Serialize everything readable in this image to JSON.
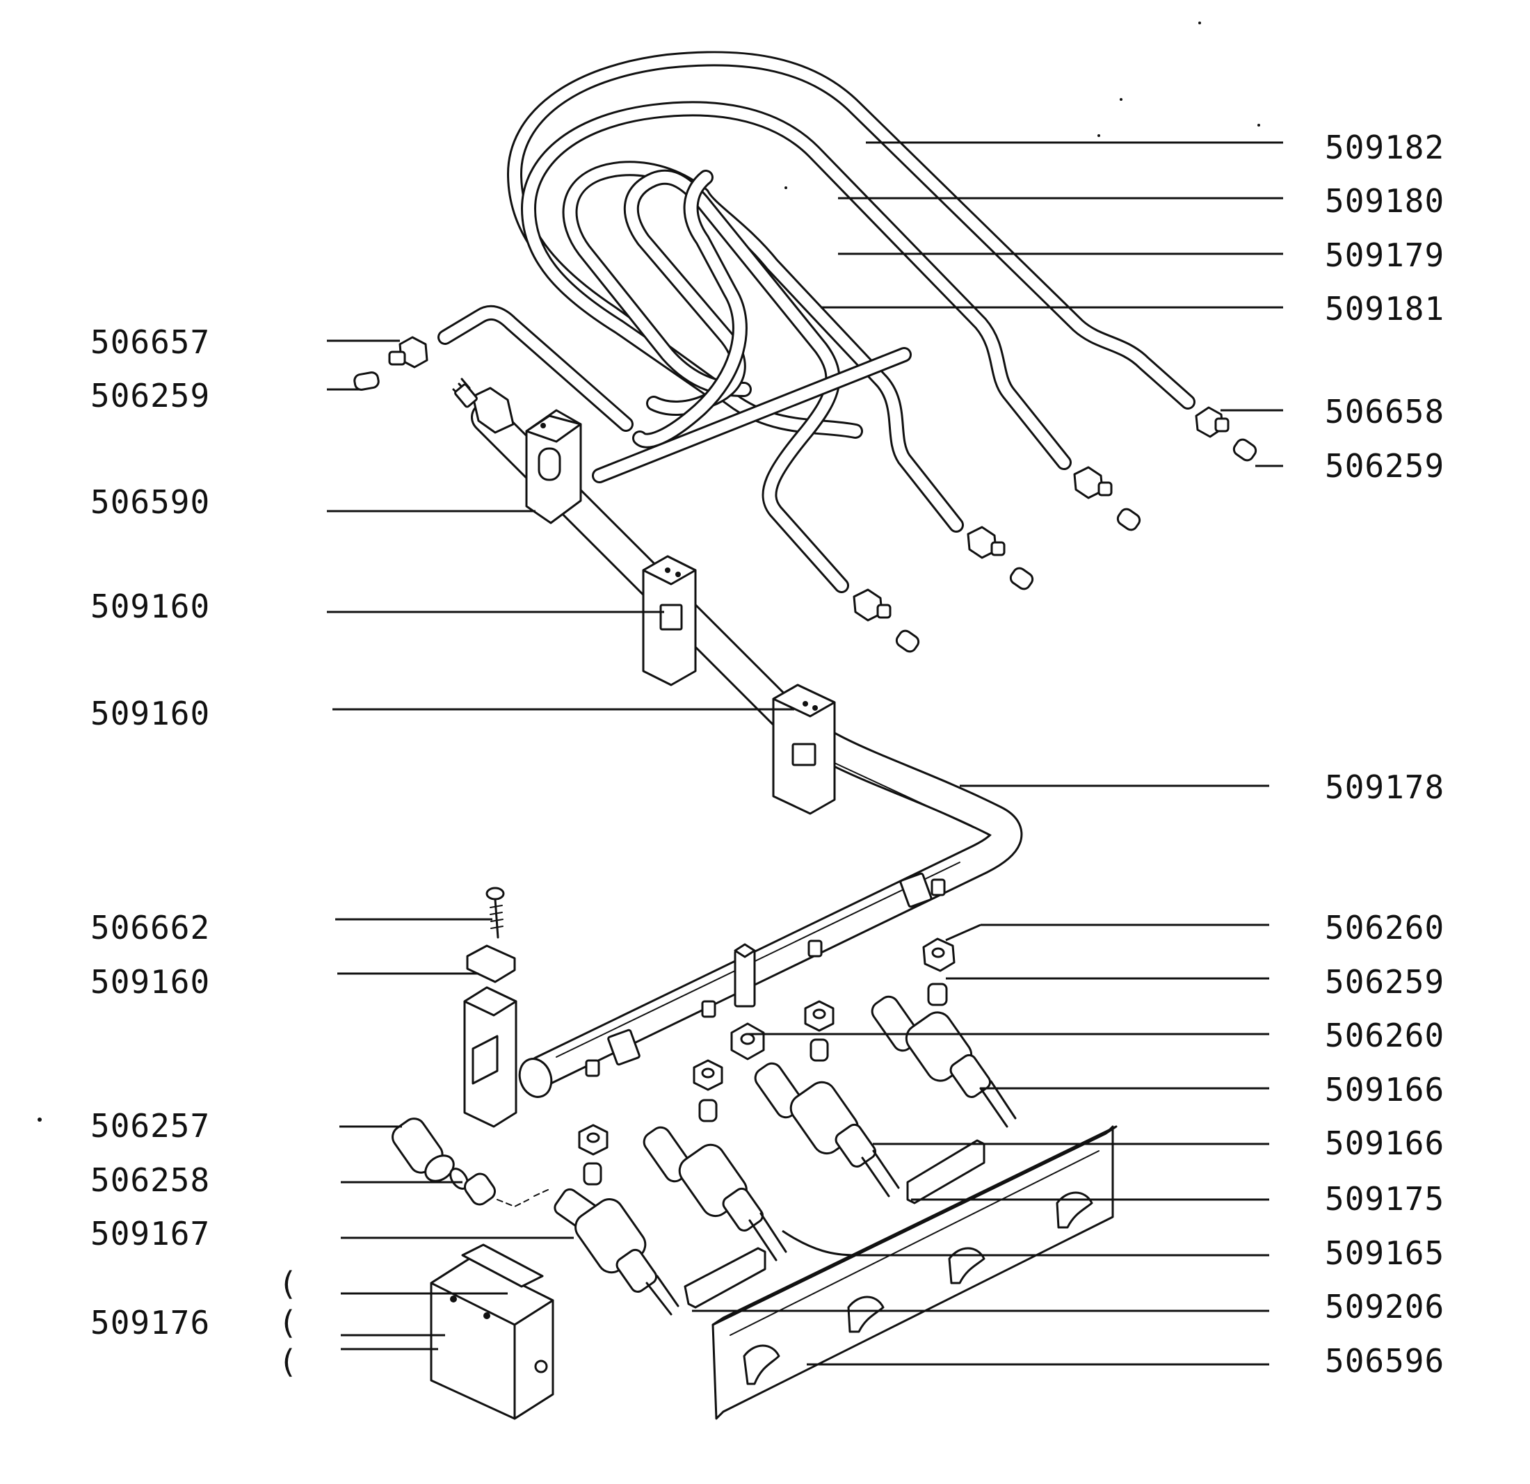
{
  "diagram": {
    "left_labels": [
      "506657",
      "506259",
      "506590",
      "509160",
      "509160",
      "506662",
      "509160",
      "506257",
      "506258",
      "509167",
      "509176"
    ],
    "right_labels": [
      "509182",
      "509180",
      "509179",
      "509181",
      "506658",
      "506259",
      "509178",
      "506260",
      "506259",
      "506260",
      "509166",
      "509166",
      "509175",
      "509165",
      "509206",
      "506596"
    ],
    "bracket_marks": [
      "(",
      "(",
      "("
    ]
  }
}
